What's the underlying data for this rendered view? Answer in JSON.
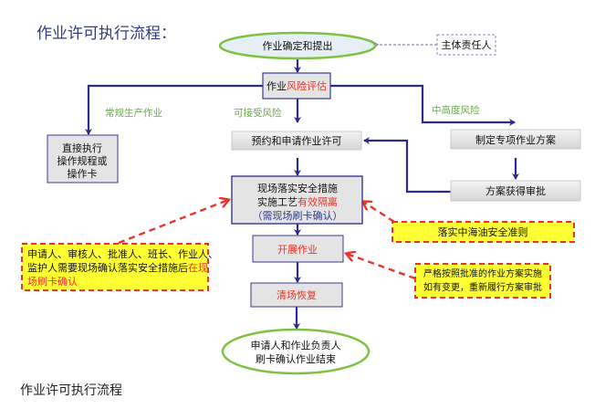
{
  "title": "作业许可执行流程：",
  "caption": "作业许可执行流程",
  "colors": {
    "flow": "#2e2a8a",
    "highlight": "#e8342a",
    "branch_label": "#6aa84f",
    "ellipse_border": "#7dc242",
    "note_fill": "#ffff33"
  },
  "nodes": {
    "start": "作业确定和提出",
    "owner": "主体责任人",
    "risk": {
      "a": "作业",
      "b": "风险评估"
    },
    "direct": [
      "直接执行",
      "操作规程或",
      "操作卡"
    ],
    "apply": "预约和申请作业许可",
    "plan": "制定专项作业方案",
    "approve": "方案获得审批",
    "site": {
      "l1": "现场落实安全措施",
      "l2a": "实施工艺",
      "l2b": "有效隔离",
      "l3": "（需现场刷卡确认）"
    },
    "work": "开展作业",
    "clear": "清场恢复",
    "end": [
      "申请人和作业负责人",
      "刷卡确认作业结束"
    ]
  },
  "branches": {
    "routine": "常规生产作业",
    "acceptable": "可接受风险",
    "high": "中高度风险"
  },
  "notes": {
    "left": {
      "l1": "申请人、审核人、批准人、班长、作业人、",
      "l2a": "监护人需要现场确认落实安全措施后",
      "l2b": "在现",
      "l3": "场刷卡确认"
    },
    "cnooc": "落实中海油安全准则",
    "strict": [
      "严格按照批准的作业方案实施",
      "如有变更，重新履行方案审批"
    ]
  }
}
